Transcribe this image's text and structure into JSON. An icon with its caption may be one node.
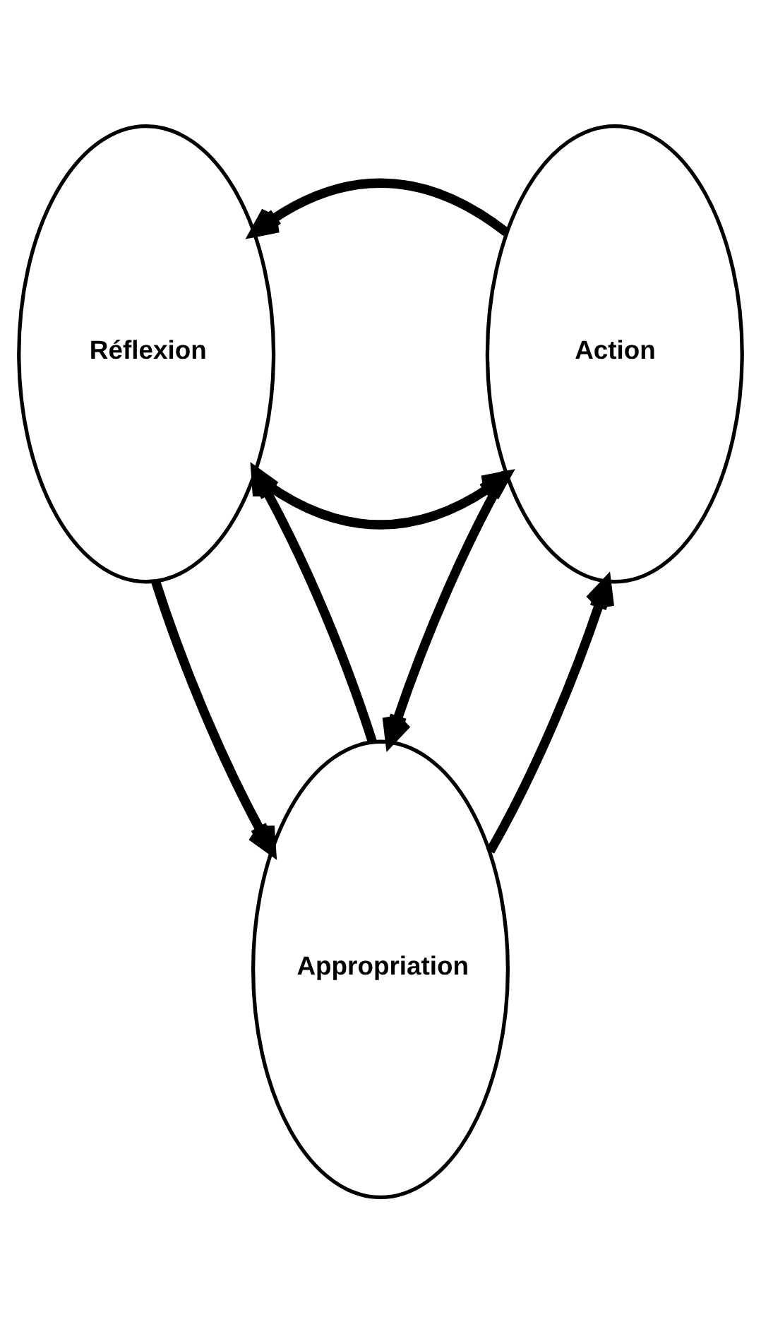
{
  "diagram": {
    "nodes": [
      {
        "text": [
          "Réflexion"
        ]
      },
      {
        "text": [
          "Action"
        ]
      },
      {
        "text": [
          "Appropriation"
        ]
      }
    ],
    "edges": [
      {
        "from": 0,
        "to": 1,
        "arrow": "to"
      },
      {
        "from": 1,
        "to": 0,
        "arrow": "to"
      },
      {
        "from": 0,
        "to": 2,
        "arrow": "to"
      },
      {
        "from": 2,
        "to": 0,
        "arrow": "to"
      },
      {
        "from": 1,
        "to": 2,
        "arrow": "to"
      },
      {
        "from": 2,
        "to": 1,
        "arrow": "to"
      }
    ]
  }
}
